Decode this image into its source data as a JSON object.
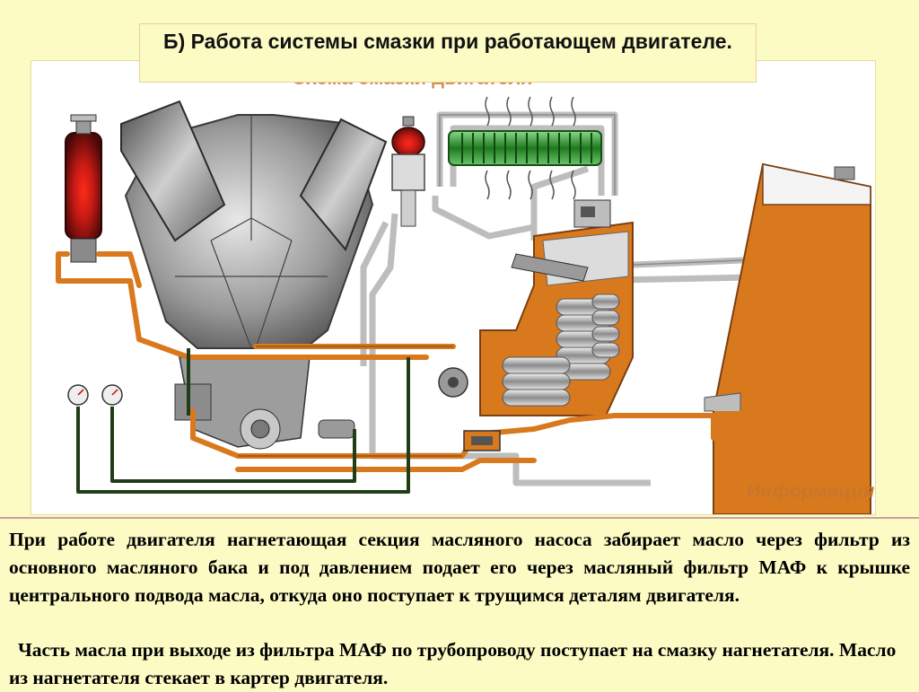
{
  "slide": {
    "title": "Б) Работа системы смазки при работающем двигателе.",
    "diagram_caption": "Схема смазки двигателя",
    "info_label": "Информация"
  },
  "description": {
    "paragraph1": "При работе двигателя нагнетающая секция масляного насоса забирает масло через фильтр из основного масляного бака и под давлением подает его через масляный фильтр МАФ к крышке центрального подвода масла, откуда оно поступает к трущимся деталям двигателя.",
    "paragraph2": "Часть масла при выходе из фильтра МАФ по трубопроводу поступает на смазку нагнетателя. Масло из нагнетателя стекает в картер двигателя."
  },
  "colors": {
    "oil_orange": "#d9791e",
    "engine_gray": "#8a8a8a",
    "pipe_gray": "#cfcfcf",
    "gauge_line_green": "#1f3d17",
    "filter_red": "#b31212",
    "cooler_green": "#2e8b2e",
    "background": "#fdfbc4"
  },
  "icons": [
    "oil-filter-red",
    "oil-cooler",
    "engine-block",
    "oil-tank",
    "pressure-gauge",
    "oil-pump",
    "valve"
  ]
}
